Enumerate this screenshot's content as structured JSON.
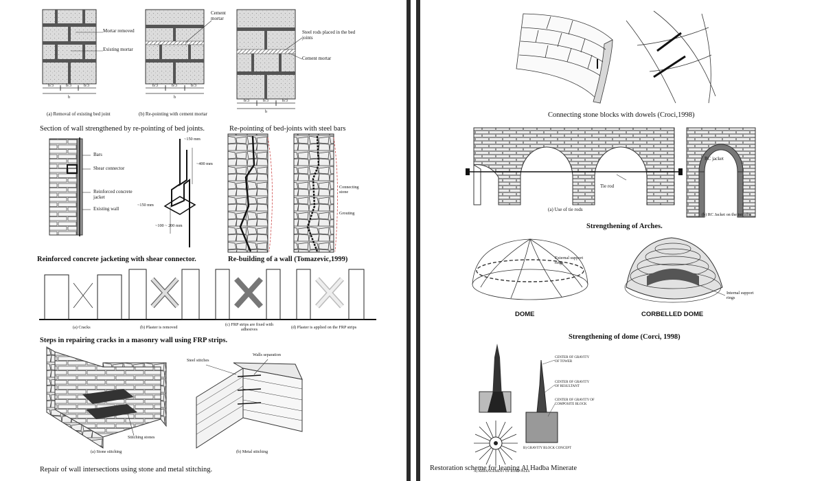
{
  "left_page": {
    "fig1": {
      "panel_a": {
        "caption": "(a) Removal of existing bed joint",
        "label_mortar_removed": "Mortar removed",
        "label_existing_mortar": "Existing mortar",
        "dims": [
          "b/3",
          "b/3",
          "b/3"
        ],
        "width": "b"
      },
      "panel_b": {
        "caption": "(b) Re-pointing with cement mortar",
        "label_cement": "Cement mortar",
        "dims": [
          "b/3",
          "b/3",
          "b/3"
        ],
        "width": "b"
      },
      "panel_c": {
        "label_rods": "Steel rods placed in the bed joints",
        "label_cement": "Cement mortar",
        "dims": [
          "b/3",
          "b/3",
          "b/3"
        ],
        "width": "b"
      },
      "caption_left": "Section of wall strengthened by re-pointing of bed joints.",
      "caption_right": "Re-pointing of bed-joints with steel bars"
    },
    "fig2": {
      "labels": {
        "bars": "Bars",
        "shear": "Shear connector",
        "rc_jacket": "Reinforced concrete jacket",
        "existing": "Existing wall"
      },
      "dims": {
        "d150_top": "~150 mm",
        "d400": "~400 mm",
        "d150_left": "~150 mm",
        "d100_200": "~100 ~ 200 mm"
      },
      "caption_left": "Reinforced concrete jacketing with shear connector.",
      "rebuild": {
        "connecting": "Connecting stone",
        "grouting": "Grouting"
      },
      "caption_right": "Re-building of a wall (Tomazevic,1999)"
    },
    "fig3": {
      "captions": [
        "(a) Cracks",
        "(b) Plaster is removed",
        "(c) FRP strips are fixed with adhesives",
        "(d) Plaster is applied on the FRP strips"
      ],
      "title": "Steps in repairing cracks in a masonry wall using FRP strips."
    },
    "fig4": {
      "stitching_stones": "Stitching stones",
      "caption_a": "(a) Stone stitching",
      "steel_stitches": "Steel stitches",
      "walls_separation": "Walls separation",
      "caption_b": "(b) Metal stitching",
      "title": "Repair of wall intersections using stone and metal stitching."
    }
  },
  "right_page": {
    "dowels_caption": "Connecting stone blocks with dowels (Croci,1998)",
    "arches": {
      "tie_rod": "Tie rod",
      "rc_jacket": "RC jacket",
      "cap_a": "(a) Use of tie rods",
      "cap_b": "(b) RC Jacket on the intrados",
      "title": "Strengthening of Arches."
    },
    "dome": {
      "external": "External support rings",
      "internal": "Internal support rings",
      "dome_label": "DOME",
      "corbelled_label": "CORBELLED DOME",
      "title": "Strengthening of dome (Corci, 1998)"
    },
    "minaret": {
      "labels": [
        "CENTER OF GRAVITY OF TOWER",
        "CENTER OF GRAVITY OF RESULTANT",
        "CENTER OF GRAVITY OF COMPOSITE BLOCK"
      ],
      "cap_a": "A) ARRANGEMENT OF ROOT PILES",
      "cap_b": "B) GRAVITY BLOCK CONCEPT",
      "title": "Restoration scheme for leaning Al Hadba Minerate"
    }
  }
}
